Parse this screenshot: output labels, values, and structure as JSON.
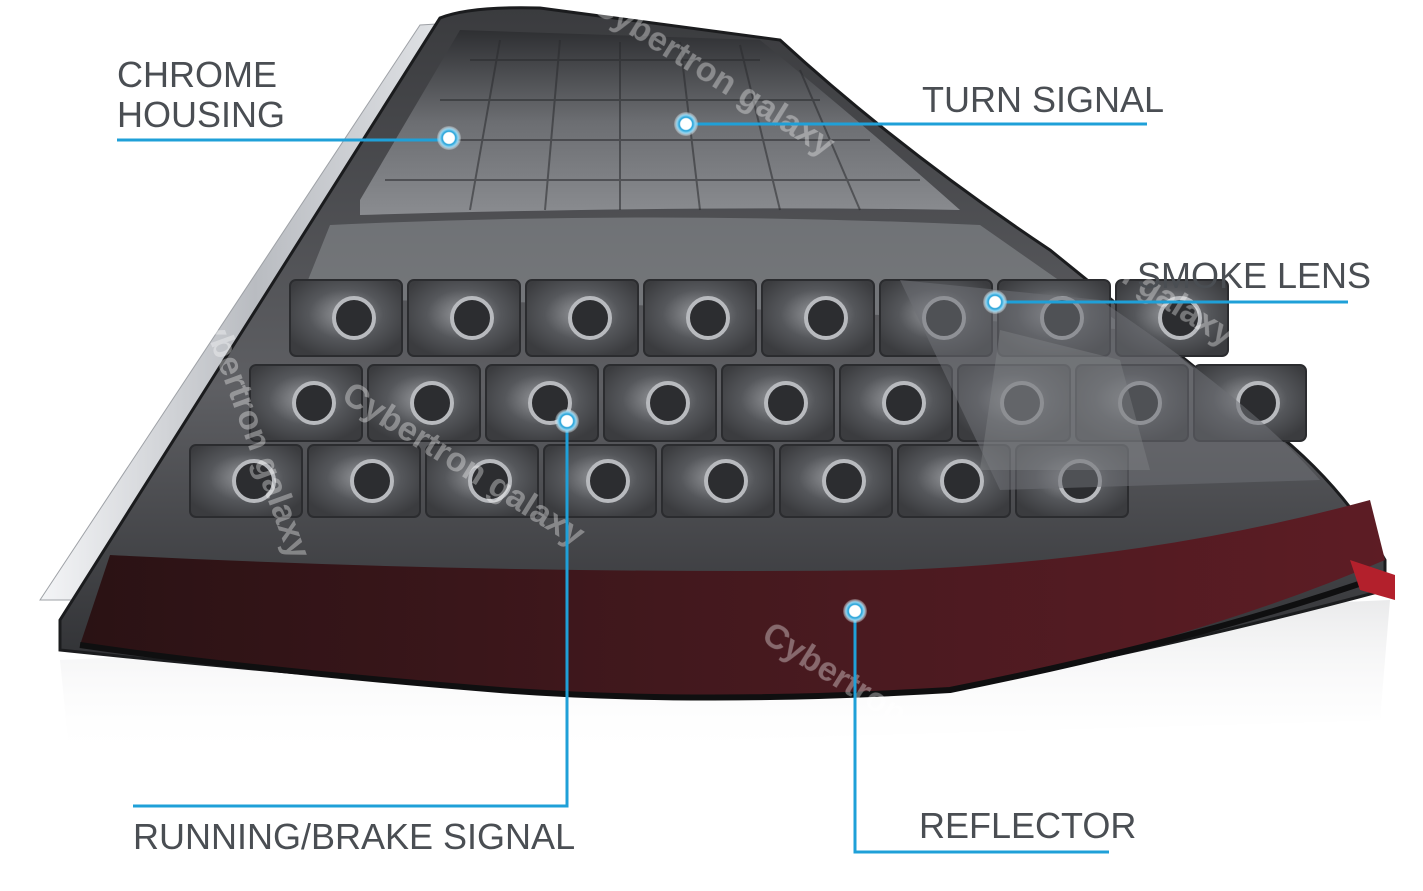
{
  "labels": {
    "chrome_housing": "CHROME\nHOUSING",
    "turn_signal": "TURN SIGNAL",
    "smoke_lens": "SMOKE LENS",
    "running_brake_signal": "RUNNING/BRAKE SIGNAL",
    "reflector": "REFLECTOR"
  },
  "watermark": {
    "text": "Cybertron galaxy"
  },
  "colors": {
    "callout_line": "#1fa0d8",
    "callout_text": "#4a4e53",
    "lens_smoke": "#4b4c4f",
    "reflector_red": "#3a1418",
    "chrome": "#d8dadd"
  },
  "icons": {
    "callout_marker": "target-dot-icon"
  }
}
